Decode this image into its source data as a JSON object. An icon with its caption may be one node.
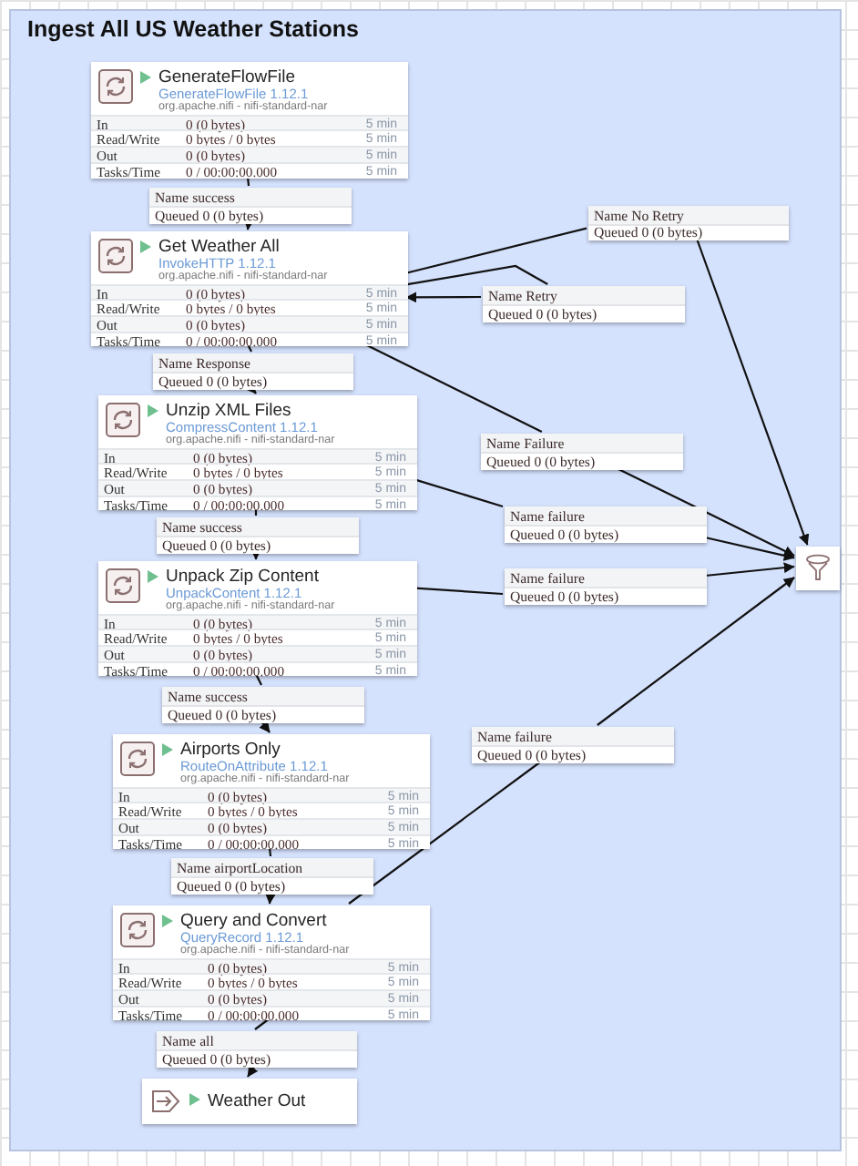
{
  "diagram": {
    "nodes": [
      {
        "text": [
          "Ingest All US Weather Stations"
        ]
      },
      {
        "text": [
          "GenerateFlowFile",
          "GenerateFlowFile 1.12.1",
          "org.apache.nifi - nifi-standard-nar",
          "In",
          "0 (0 bytes)",
          "5 min",
          "Read/Write",
          "0 bytes / 0 bytes",
          "5 min",
          "Out",
          "0 (0 bytes)",
          "5 min",
          "Tasks/Time",
          "0 / 00:00:00.000",
          "5 min"
        ],
        "in": 0
      },
      {
        "text": [
          "Name success",
          "Queued 0 (0 bytes)"
        ],
        "in": 0
      },
      {
        "text": [
          "Get Weather All",
          "InvokeHTTP 1.12.1",
          "org.apache.nifi - nifi-standard-nar",
          "In",
          "0 (0 bytes)",
          "5 min",
          "Read/Write",
          "0 bytes / 0 bytes",
          "5 min",
          "Out",
          "0 (0 bytes)",
          "5 min",
          "Tasks/Time",
          "0 / 00:00:00.000",
          "5 min"
        ],
        "in": 0
      },
      {
        "text": [
          "Name No Retry",
          "Queued 0 (0 bytes)"
        ],
        "in": 0
      },
      {
        "text": [
          "Name Retry",
          "Queued 0 (0 bytes)"
        ],
        "in": 0
      },
      {
        "text": [
          "Name Response",
          "Queued 0 (0 bytes)"
        ],
        "in": 0
      },
      {
        "text": [
          "Unzip XML Files",
          "CompressContent 1.12.1",
          "org.apache.nifi - nifi-standard-nar",
          "In",
          "0 (0 bytes)",
          "5 min",
          "Read/Write",
          "0 bytes / 0 bytes",
          "5 min",
          "Out",
          "0 (0 bytes)",
          "5 min",
          "Tasks/Time",
          "0 / 00:00:00.000",
          "5 min"
        ],
        "in": 0
      },
      {
        "text": [
          "Name Failure",
          "Queued 0 (0 bytes)"
        ],
        "in": 0
      },
      {
        "text": [
          "Name failure",
          "Queued 0 (0 bytes)"
        ],
        "in": 0
      },
      {
        "text": [
          "Name success",
          "Queued 0 (0 bytes)"
        ],
        "in": 0
      },
      {
        "text": [
          "Unpack Zip Content",
          "UnpackContent 1.12.1",
          "org.apache.nifi - nifi-standard-nar",
          "In",
          "0 (0 bytes)",
          "5 min",
          "Read/Write",
          "0 bytes / 0 bytes",
          "5 min",
          "Out",
          "0 (0 bytes)",
          "5 min",
          "Tasks/Time",
          "0 / 00:00:00.000",
          "5 min"
        ],
        "in": 0
      },
      {
        "text": [
          "Name failure",
          "Queued 0 (0 bytes)"
        ],
        "in": 0
      },
      {
        "text": [
          "Name success",
          "Queued 0 (0 bytes)"
        ],
        "in": 0
      },
      {
        "text": [
          "Airports Only",
          "RouteOnAttribute 1.12.1",
          "org.apache.nifi - nifi-standard-nar",
          "In",
          "0 (0 bytes)",
          "5 min",
          "Read/Write",
          "0 bytes / 0 bytes",
          "5 min",
          "Out",
          "0 (0 bytes)",
          "5 min",
          "Tasks/Time",
          "0 / 00:00:00.000",
          "5 min"
        ],
        "in": 0
      },
      {
        "text": [
          "Name failure",
          "Queued 0 (0 bytes)"
        ],
        "in": 0
      },
      {
        "text": [
          "Name airportLocation",
          "Queued 0 (0 bytes)"
        ],
        "in": 0
      },
      {
        "text": [
          "Query and Convert",
          "QueryRecord 1.12.1",
          "org.apache.nifi - nifi-standard-nar",
          "In",
          "0 (0 bytes)",
          "5 min",
          "Read/Write",
          "0 bytes / 0 bytes",
          "5 min",
          "Out",
          "0 (0 bytes)",
          "5 min",
          "Tasks/Time",
          "0 / 00:00:00.000",
          "5 min"
        ],
        "in": 0
      },
      {
        "text": [
          "Name all",
          "Queued 0 (0 bytes)"
        ],
        "in": 0
      },
      {
        "text": [
          "Weather Out"
        ],
        "in": 0
      },
      {
        "text": [],
        "shape": "box",
        "in": 0
      }
    ],
    "edges": [
      {
        "from": 1,
        "to": 2,
        "arrow": "none"
      },
      {
        "from": 2,
        "to": 3,
        "arrow": "to"
      },
      {
        "from": 3,
        "to": 4,
        "arrow": "none"
      },
      {
        "from": 4,
        "to": 20,
        "arrow": "to"
      },
      {
        "from": 3,
        "to": 5,
        "arrow": "none"
      },
      {
        "from": 5,
        "to": 3,
        "arrow": "to"
      },
      {
        "from": 3,
        "to": 6,
        "arrow": "none"
      },
      {
        "from": 6,
        "to": 7,
        "arrow": "to"
      },
      {
        "from": 3,
        "to": 8,
        "arrow": "none"
      },
      {
        "from": 8,
        "to": 20,
        "arrow": "to"
      },
      {
        "from": 7,
        "to": 9,
        "arrow": "none"
      },
      {
        "from": 9,
        "to": 20,
        "arrow": "to"
      },
      {
        "from": 7,
        "to": 10,
        "arrow": "none"
      },
      {
        "from": 10,
        "to": 11,
        "arrow": "to"
      },
      {
        "from": 11,
        "to": 12,
        "arrow": "none"
      },
      {
        "from": 12,
        "to": 20,
        "arrow": "to"
      },
      {
        "from": 11,
        "to": 13,
        "arrow": "none"
      },
      {
        "from": 13,
        "to": 14,
        "arrow": "to"
      },
      {
        "from": 14,
        "to": 16,
        "arrow": "none"
      },
      {
        "from": 16,
        "to": 17,
        "arrow": "to"
      },
      {
        "from": 17,
        "to": 15,
        "arrow": "none"
      },
      {
        "from": 15,
        "to": 20,
        "arrow": "to"
      },
      {
        "from": 17,
        "to": 18,
        "arrow": "none"
      },
      {
        "from": 18,
        "to": 19,
        "arrow": "to"
      }
    ]
  }
}
